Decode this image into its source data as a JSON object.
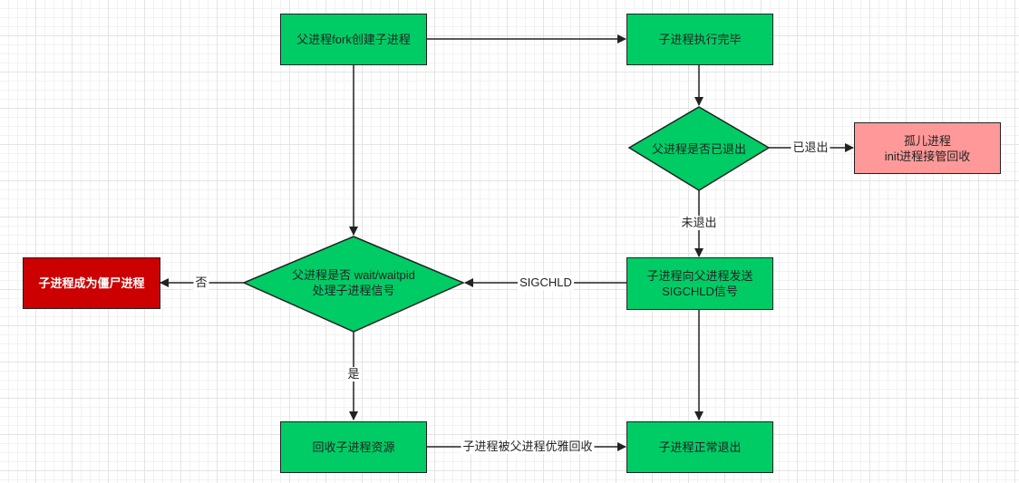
{
  "nodes": {
    "fork_create": "父进程fork创建子进程",
    "child_done": "子进程执行完毕",
    "parent_exited_q": "父进程是否已退出",
    "orphan_line1": "孤儿进程",
    "orphan_line2": "init进程接管回收",
    "send_signal_line1": "子进程向父进程发送",
    "send_signal_line2": "SIGCHLD信号",
    "wait_q_line1": "父进程是否 wait/waitpid",
    "wait_q_line2": "处理子进程信号",
    "zombie": "子进程成为僵尸进程",
    "reclaim": "回收子进程资源",
    "normal_exit": "子进程正常退出"
  },
  "edges": {
    "exited": "已退出",
    "not_exited": "未退出",
    "sigchld": "SIGCHLD",
    "no": "否",
    "yes": "是",
    "reclaimed_by_parent": "子进程被父进程优雅回收"
  },
  "colors": {
    "process_fill": "#00cc66",
    "orphan_fill": "#ff9999",
    "zombie_fill": "#cc0000",
    "stroke": "#222222"
  }
}
